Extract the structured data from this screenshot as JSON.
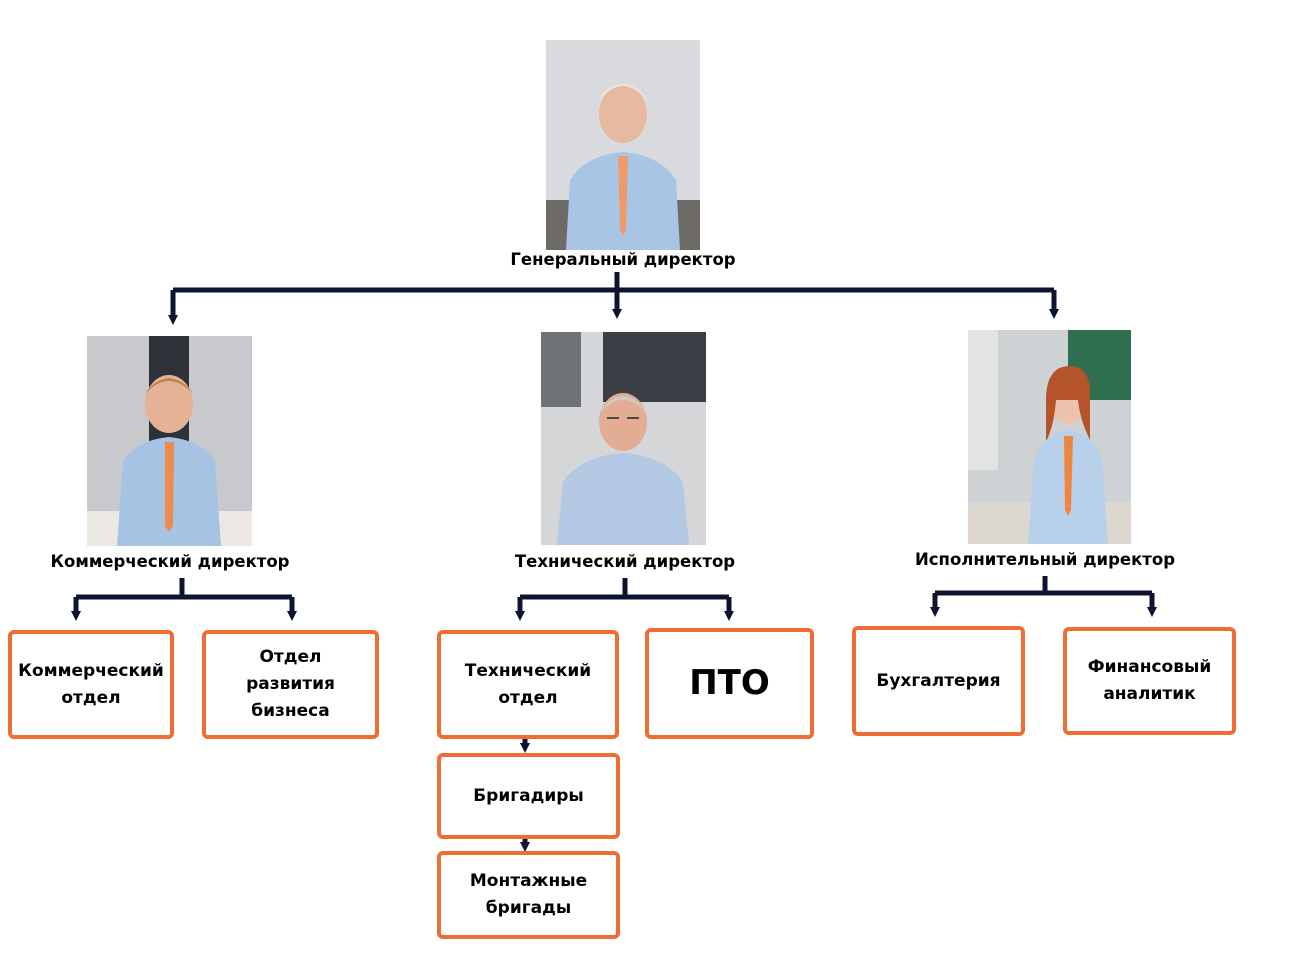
{
  "colors": {
    "connector": "#0e1430",
    "box_border": "#ef6c35"
  },
  "general_director": {
    "title": "Генеральный директор",
    "photo_icon": "person-photo-icon"
  },
  "commercial_director": {
    "title": "Коммерческий директор",
    "photo_icon": "person-photo-icon"
  },
  "technical_director": {
    "title": "Технический директор",
    "photo_icon": "person-photo-icon"
  },
  "executive_director": {
    "title": "Исполнительный директор",
    "photo_icon": "person-photo-icon"
  },
  "departments": {
    "commercial_department": "Коммерческий\nотдел",
    "business_development": "Отдел\nразвития\nбизнеса",
    "technical_department": "Технический\nотдел",
    "pto": "ПТО",
    "foremen": "Бригадиры",
    "installation_crews": "Монтажные\nбригады",
    "accounting": "Бухгалтерия",
    "financial_analyst": "Финансовый\nаналитик"
  }
}
